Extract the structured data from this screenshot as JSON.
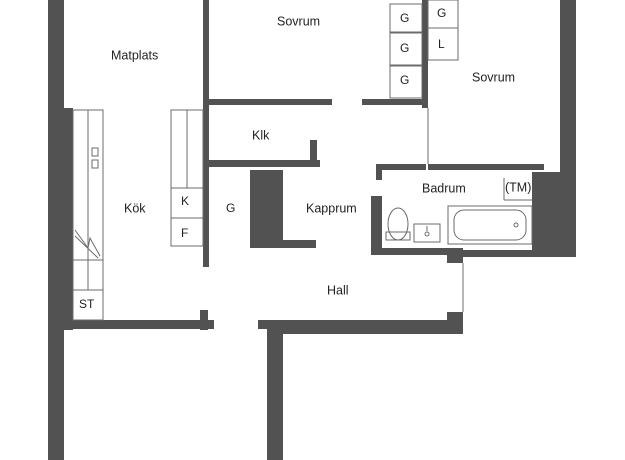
{
  "rooms": {
    "matplats": "Matplats",
    "sovrum_top": "Sovrum",
    "sovrum_right": "Sovrum",
    "klk": "Klk",
    "kok": "Kök",
    "kapprum": "Kapprum",
    "badrum": "Badrum",
    "tm": "(TM)",
    "hall": "Hall"
  },
  "fixtures": {
    "g1": "G",
    "g2": "G",
    "g3": "G",
    "g4": "G",
    "l": "L",
    "g_hall": "G",
    "k": "K",
    "f": "F",
    "st": "ST"
  },
  "colors": {
    "wall": "#525252",
    "line": "#6b6b6b",
    "background": "#ffffff"
  }
}
